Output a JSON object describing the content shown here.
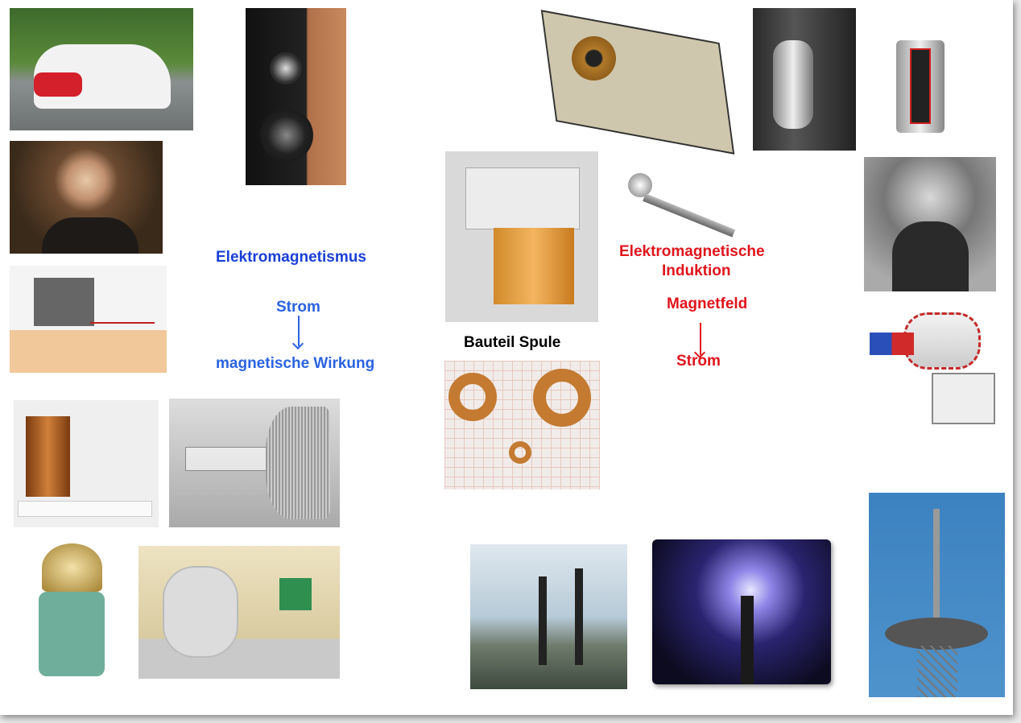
{
  "left_topic": {
    "title": "Elektromagnetismus",
    "cause": "Strom",
    "effect": "magnetische Wirkung"
  },
  "center_topic": {
    "title": "Bauteil Spule"
  },
  "right_topic": {
    "title_line1": "Elektromagnetische",
    "title_line2": "Induktion",
    "cause": "Magnetfeld",
    "effect": "Strom"
  },
  "colors": {
    "blue": "#1a3fd6",
    "red": "#e0141c"
  }
}
